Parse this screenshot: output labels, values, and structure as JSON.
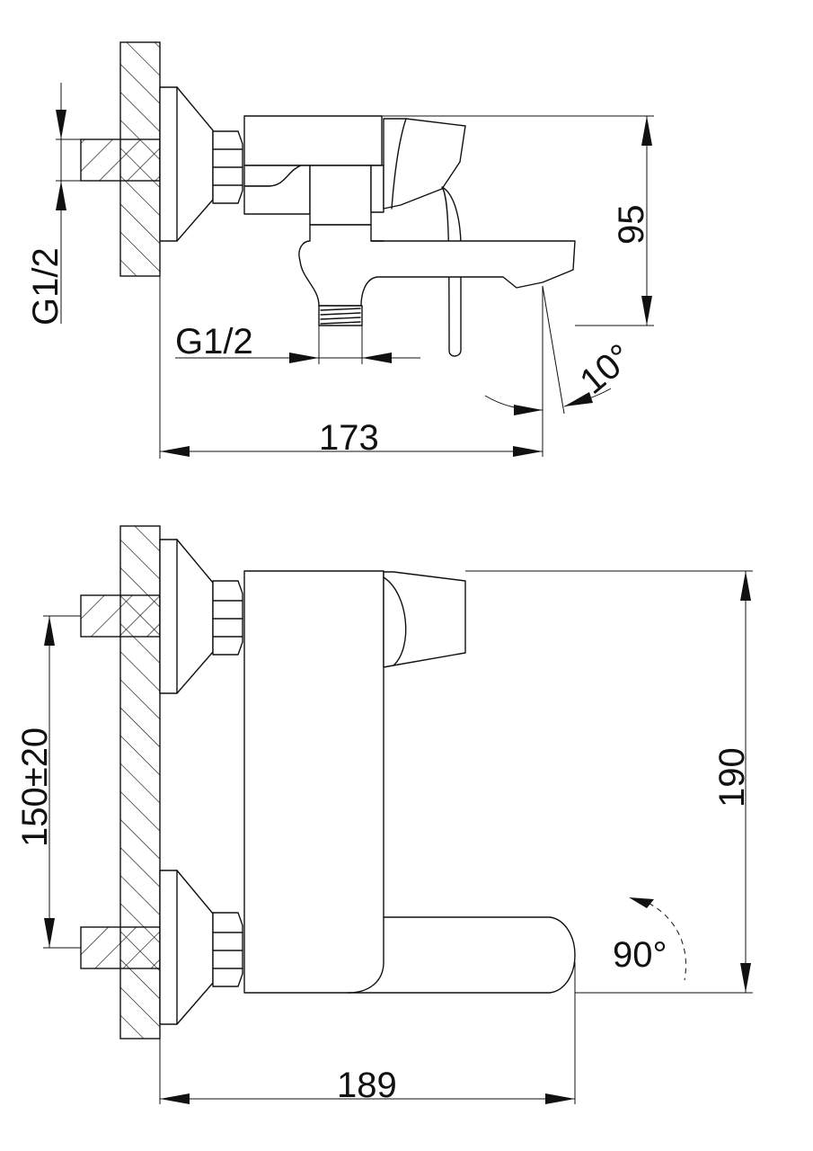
{
  "top_view": {
    "thread_left": "G1/2",
    "thread_bottom": "G1/2",
    "height_dim": "95",
    "angle_dim": "10°",
    "width_dim": "173"
  },
  "front_view": {
    "spacing_dim": "150±20",
    "height_dim": "190",
    "angle_dim": "90°",
    "width_dim": "189"
  }
}
